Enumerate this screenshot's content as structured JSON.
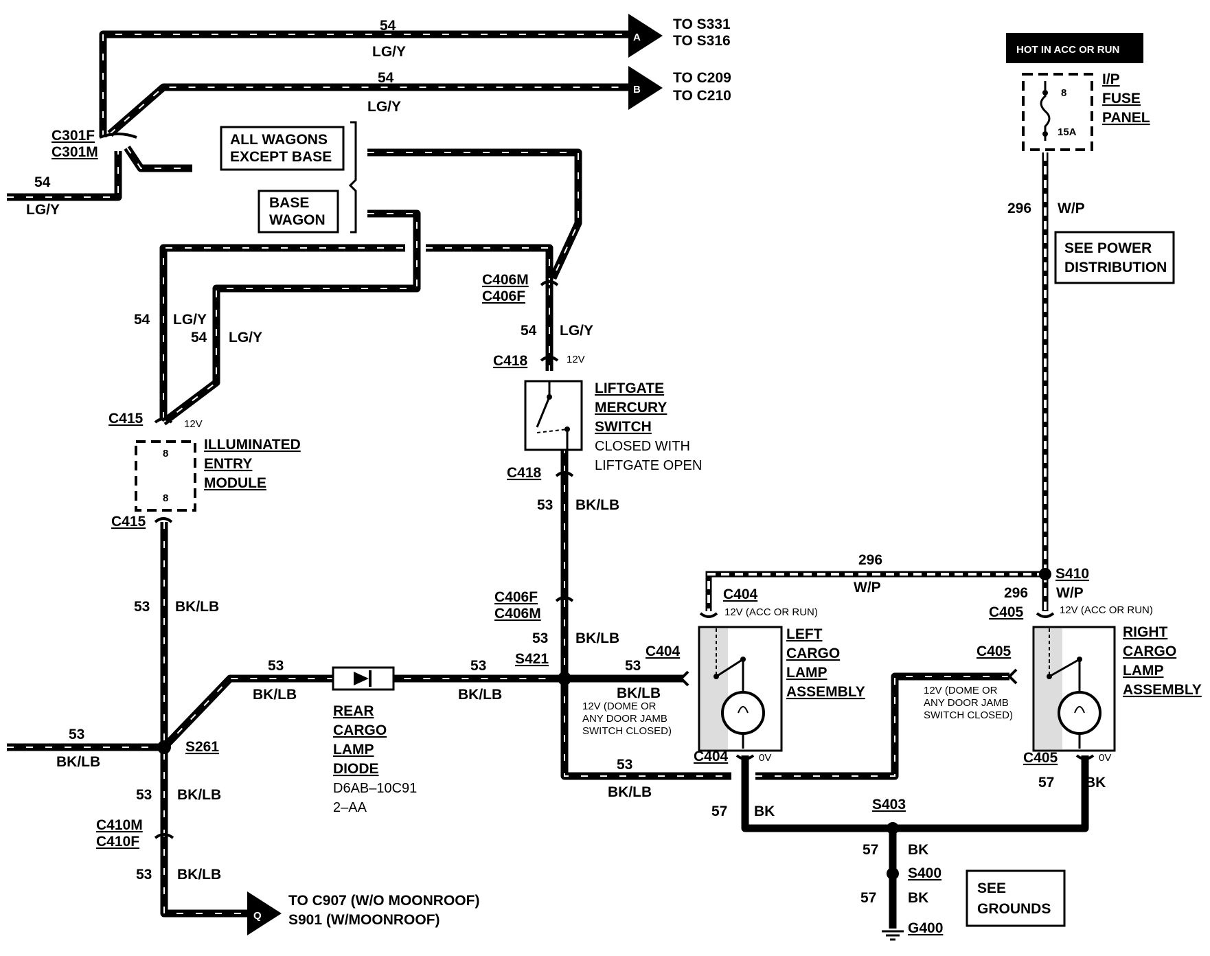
{
  "header": {
    "hot_label": "HOT IN ACC OR RUN"
  },
  "fuse": {
    "name_lines": [
      "I/P",
      "FUSE",
      "PANEL"
    ],
    "pin": "8",
    "rating": "15A"
  },
  "refs": {
    "a_letter": "A",
    "a_lines": [
      "TO S331",
      "TO S316"
    ],
    "b_letter": "B",
    "b_lines": [
      "TO C209",
      "TO C210"
    ],
    "q_letter": "Q",
    "q_lines": [
      "TO C907 (W/O MOONROOF)",
      "S901 (W/MOONROOF)"
    ],
    "power_lines": [
      "SEE POWER",
      "DISTRIBUTION"
    ],
    "grounds_lines": [
      "SEE",
      "GROUNDS"
    ]
  },
  "options": {
    "all_wagons": [
      "ALL WAGONS",
      "EXCEPT BASE"
    ],
    "base_wagon": [
      "BASE",
      "WAGON"
    ]
  },
  "connectors": {
    "c301f": "C301F",
    "c301m": "C301M",
    "c406m": "C406M",
    "c406f": "C406F",
    "c418_top": "C418",
    "c418_bottom": "C418",
    "c415_top": "C415",
    "c415_bottom": "C415",
    "c406f_low": "C406F",
    "c406m_low": "C406M",
    "c410m": "C410M",
    "c410f": "C410F",
    "c404_top": "C404",
    "c404_side": "C404",
    "c404_bottom": "C404",
    "c405_top": "C405",
    "c405_side": "C405",
    "c405_bottom": "C405"
  },
  "splices": {
    "s261": "S261",
    "s421": "S421",
    "s410": "S410",
    "s403": "S403",
    "s400": "S400",
    "g400": "G400"
  },
  "wires": {
    "c54": "54",
    "lgy": "LG/Y",
    "c53": "53",
    "bklb": "BK/LB",
    "c296": "296",
    "wp": "W/P",
    "c57": "57",
    "bk": "BK"
  },
  "voltages": {
    "v12": "12V",
    "v0": "0V",
    "acc_run": "12V (ACC OR RUN)",
    "dome_lines": [
      "12V (DOME OR",
      "ANY DOOR  JAMB",
      "SWITCH   CLOSED)"
    ]
  },
  "modules": {
    "iem_lines": [
      "ILLUMINATED",
      "ENTRY",
      "MODULE"
    ],
    "iem_pin": "8",
    "liftgate_lines": [
      "LIFTGATE",
      "MERCURY",
      "SWITCH"
    ],
    "liftgate_note": [
      "CLOSED WITH",
      "LIFTGATE OPEN"
    ],
    "diode_lines": [
      "REAR",
      "CARGO",
      "LAMP",
      "DIODE"
    ],
    "diode_part": [
      "D6AB–10C91",
      "2–AA"
    ],
    "left_lamp_lines": [
      "LEFT",
      "CARGO",
      "LAMP",
      "ASSEMBLY"
    ],
    "right_lamp_lines": [
      "RIGHT",
      "CARGO",
      "LAMP",
      "ASSEMBLY"
    ]
  }
}
